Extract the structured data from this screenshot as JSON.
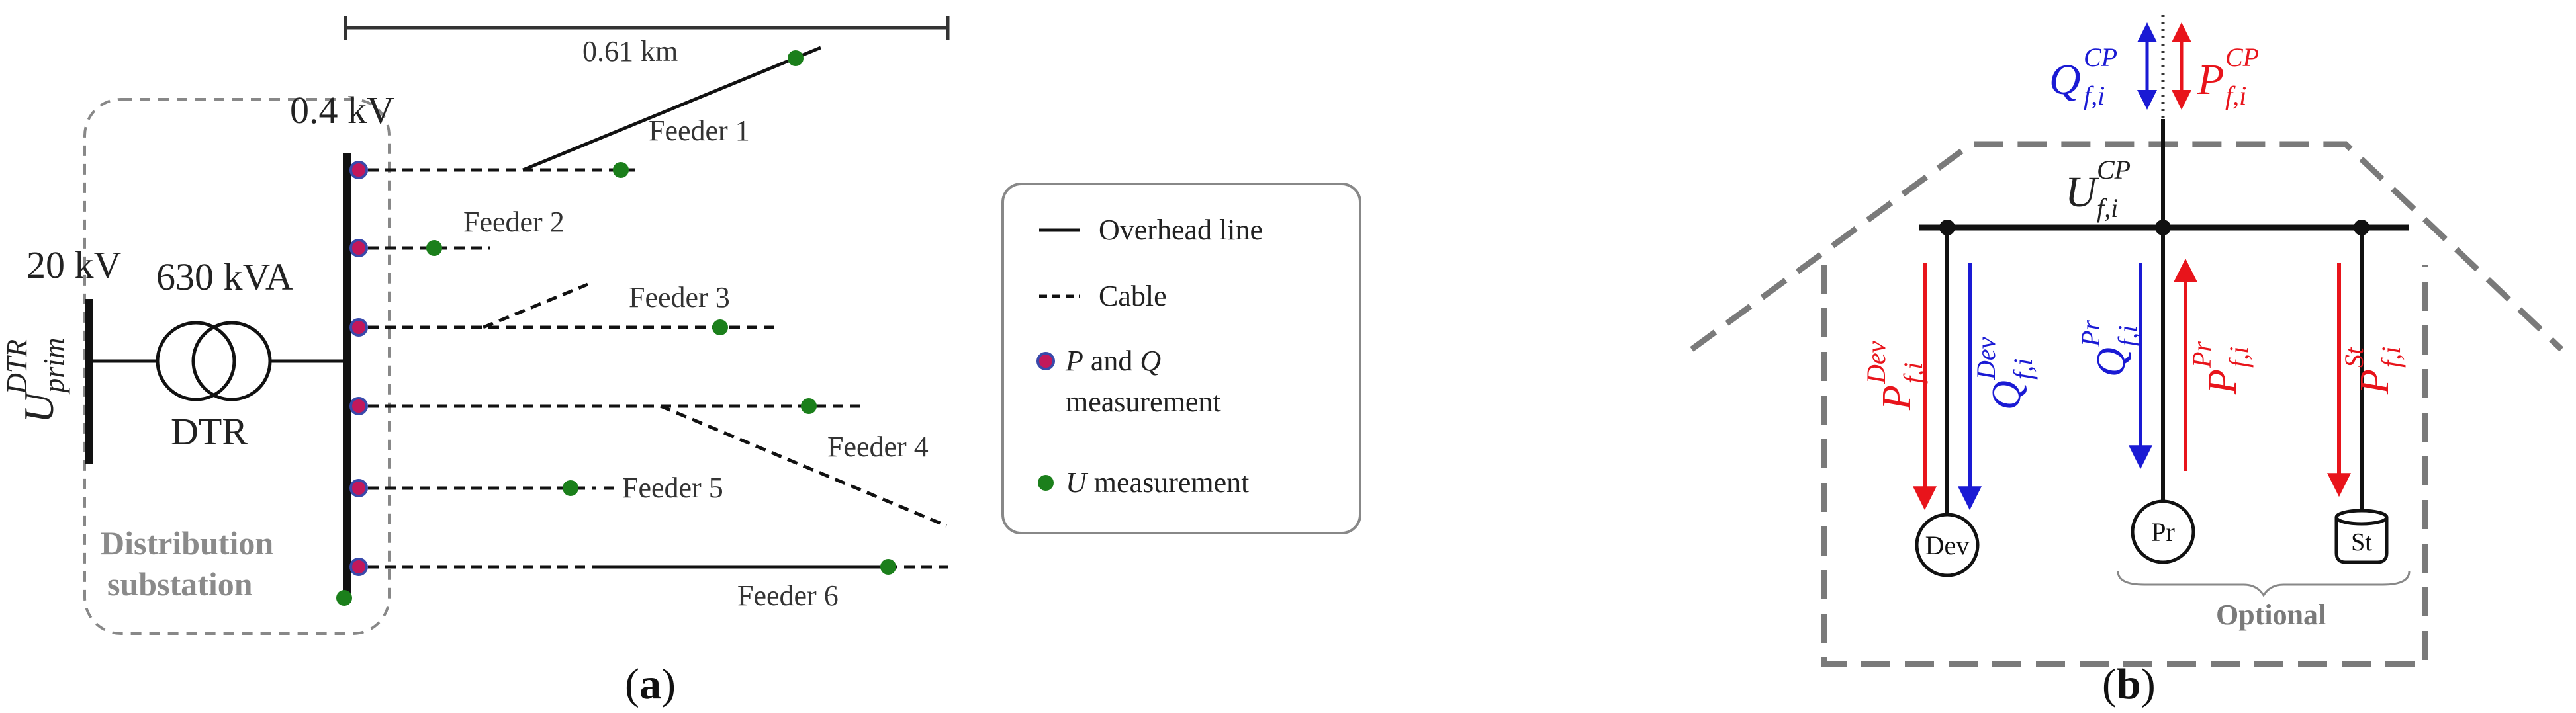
{
  "panel_a": {
    "scale_label": "0.61 km",
    "bus_voltage_lv": "0.4 kV",
    "bus_voltage_hv": "20 kV",
    "transformer_rating": "630 kVA",
    "transformer_name": "DTR",
    "u_symbol": "U",
    "u_prim_sub": "prim",
    "u_prim_sup": "DTR",
    "substation_line1": "Distribution",
    "substation_line2": "substation",
    "feeders": [
      "Feeder 1",
      "Feeder 2",
      "Feeder 3",
      "Feeder 4",
      "Feeder 5",
      "Feeder 6"
    ],
    "legend": {
      "overhead": "Overhead line",
      "cable": "Cable",
      "pq_p": "P",
      "pq_and": " and ",
      "pq_q": "Q",
      "pq_line2": "measurement",
      "u_sym": "U",
      "u_text": " measurement"
    },
    "caption": "a",
    "colors": {
      "pq_fill": "#c2185b",
      "pq_stroke": "#3949ab",
      "u_fill": "#1b7f1b"
    }
  },
  "panel_b": {
    "q_symbol": "Q",
    "p_symbol": "P",
    "u_symbol": "U",
    "sub_fi": "f,i",
    "sup_cp": "CP",
    "sup_dev": "Dev",
    "sup_pr": "Pr",
    "sup_st": "St",
    "dev_label": "Dev",
    "pr_label": "Pr",
    "st_label": "St",
    "optional_label": "Optional",
    "caption": "b",
    "colors": {
      "p_arrow": "#e8141b",
      "q_arrow": "#1a1ad4",
      "house": "#7a7a7a"
    }
  }
}
